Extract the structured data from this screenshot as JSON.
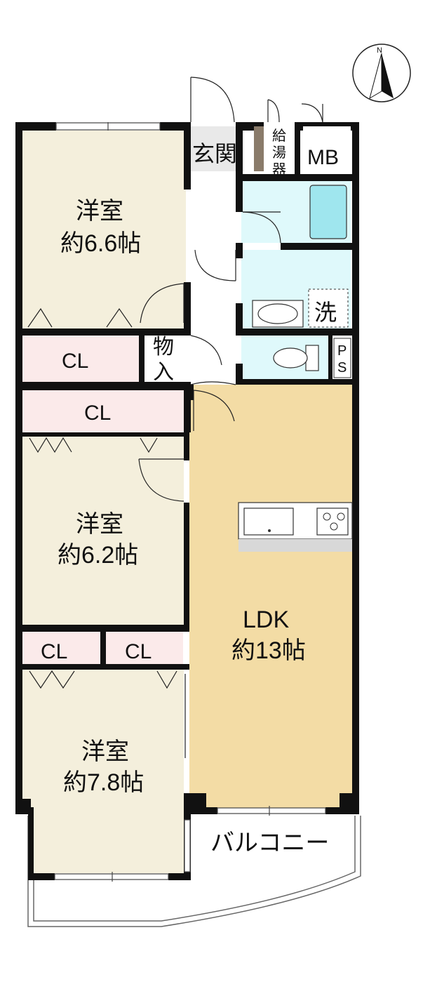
{
  "compass": {
    "label": "N"
  },
  "rooms": {
    "bedroom1": {
      "name": "洋室",
      "size": "約6.6帖"
    },
    "bedroom2": {
      "name": "洋室",
      "size": "約6.2帖"
    },
    "bedroom3": {
      "name": "洋室",
      "size": "約7.8帖"
    },
    "ldk": {
      "name": "LDK",
      "size": "約13帖"
    }
  },
  "closets": {
    "cl1": "CL",
    "cl2": "CL",
    "cl3": "CL",
    "cl4": "CL"
  },
  "storage": {
    "line1": "物",
    "line2": "入"
  },
  "entrance": "玄関",
  "water_heater": {
    "line1": "給",
    "line2": "湯",
    "line3": "器"
  },
  "mb": "MB",
  "laundry": "洗",
  "ps": {
    "line1": "P",
    "line2": "S"
  },
  "balcony": "バルコニー",
  "colors": {
    "bedroom": "#f4efdc",
    "ldk": "#f3dca5",
    "closet": "#fbeaea",
    "wet": "#dff9fb",
    "wall": "#111111",
    "entrance_tile": "#e9e9e9",
    "counter": "#d8d8d8"
  }
}
